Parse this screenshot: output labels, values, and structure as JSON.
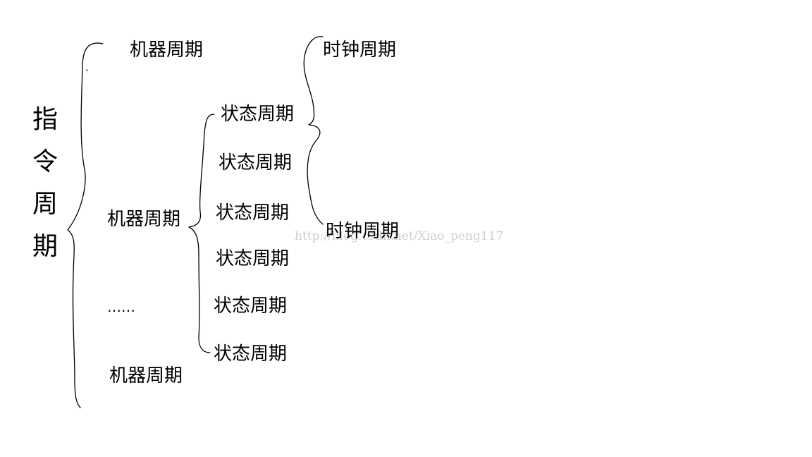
{
  "root": {
    "chars": [
      "指",
      "令",
      "周",
      "期"
    ]
  },
  "level1": {
    "machine_1": "机器周期",
    "machine_2": "机器周期",
    "ellipsis": "……",
    "machine_3": "机器周期"
  },
  "level2": {
    "states": [
      "状态周期",
      "状态周期",
      "状态周期",
      "状态周期",
      "状态周期",
      "状态周期"
    ]
  },
  "level3": {
    "clock_1": "时钟周期",
    "clock_2": "时钟周期"
  },
  "watermark": "http://blog.csdn.net/Xiao_peng117",
  "colors": {
    "stroke": "#000000",
    "text": "#000000",
    "watermark": "#cfcfcf"
  }
}
